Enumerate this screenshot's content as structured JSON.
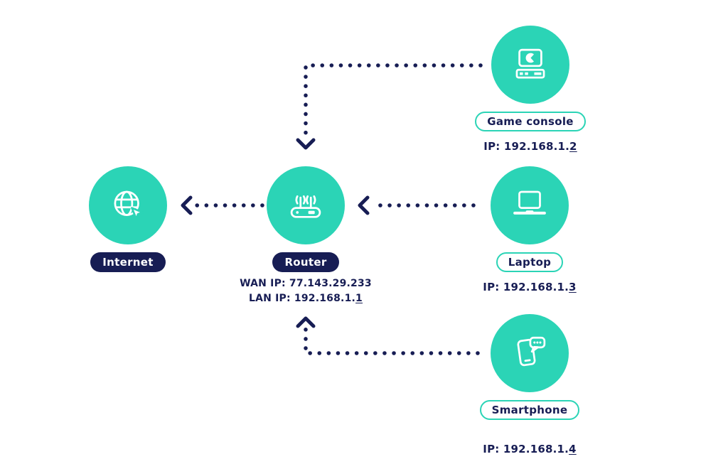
{
  "colors": {
    "teal": "#2bd4b6",
    "navy": "#171d54",
    "background": "#ffffff"
  },
  "nodes": {
    "internet": {
      "label": "Internet"
    },
    "router": {
      "label": "Router",
      "wan_ip": "WAN IP: 77.143.29.233",
      "lan_ip_prefix": "LAN IP: 192.168.1.",
      "lan_ip_underlined": "1"
    },
    "game_console": {
      "label": "Game console",
      "ip_prefix": "IP: 192.168.1.",
      "ip_underlined": "2"
    },
    "laptop": {
      "label": "Laptop",
      "ip_prefix": "IP: 192.168.1.",
      "ip_underlined": "3"
    },
    "smartphone": {
      "label": "Smartphone",
      "ip_prefix": "IP: 192.168.1.",
      "ip_underlined": "4"
    }
  }
}
